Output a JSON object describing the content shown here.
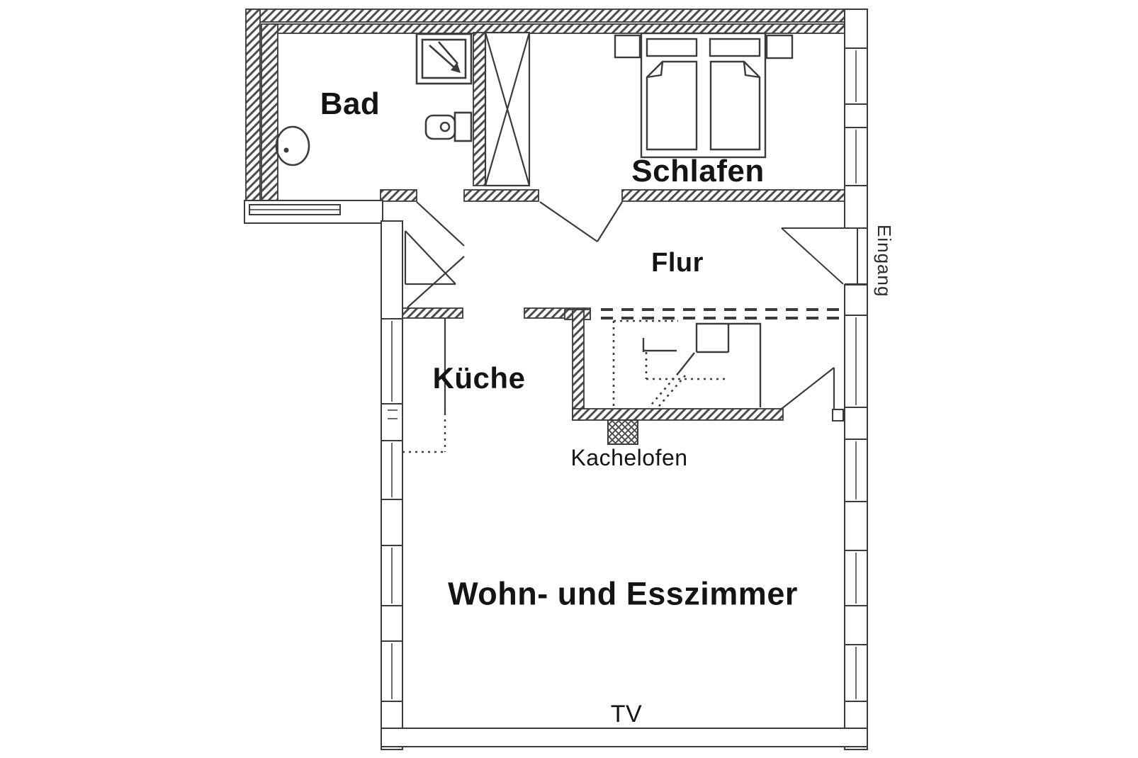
{
  "floor_plan": {
    "labels": {
      "bathroom": "Bad",
      "bedroom": "Schlafen",
      "hallway": "Flur",
      "kitchen": "Küche",
      "stove": "Kachelofen",
      "living_dining": "Wohn- und Esszimmer",
      "tv": "TV",
      "entrance": "Eingang"
    },
    "fixtures": [
      "shower-icon",
      "toilet-icon",
      "sink-icon",
      "wardrobe-icon",
      "double-bed-icon",
      "nightstand-icon",
      "stairs-icon",
      "tiled-stove-icon",
      "door-swing-icon",
      "window-icon",
      "entrance-door-icon"
    ],
    "colors": {
      "line": "#3b3b3b",
      "wall_hatch": "#4d4d4d",
      "background": "#ffffff",
      "text": "#141414"
    }
  }
}
